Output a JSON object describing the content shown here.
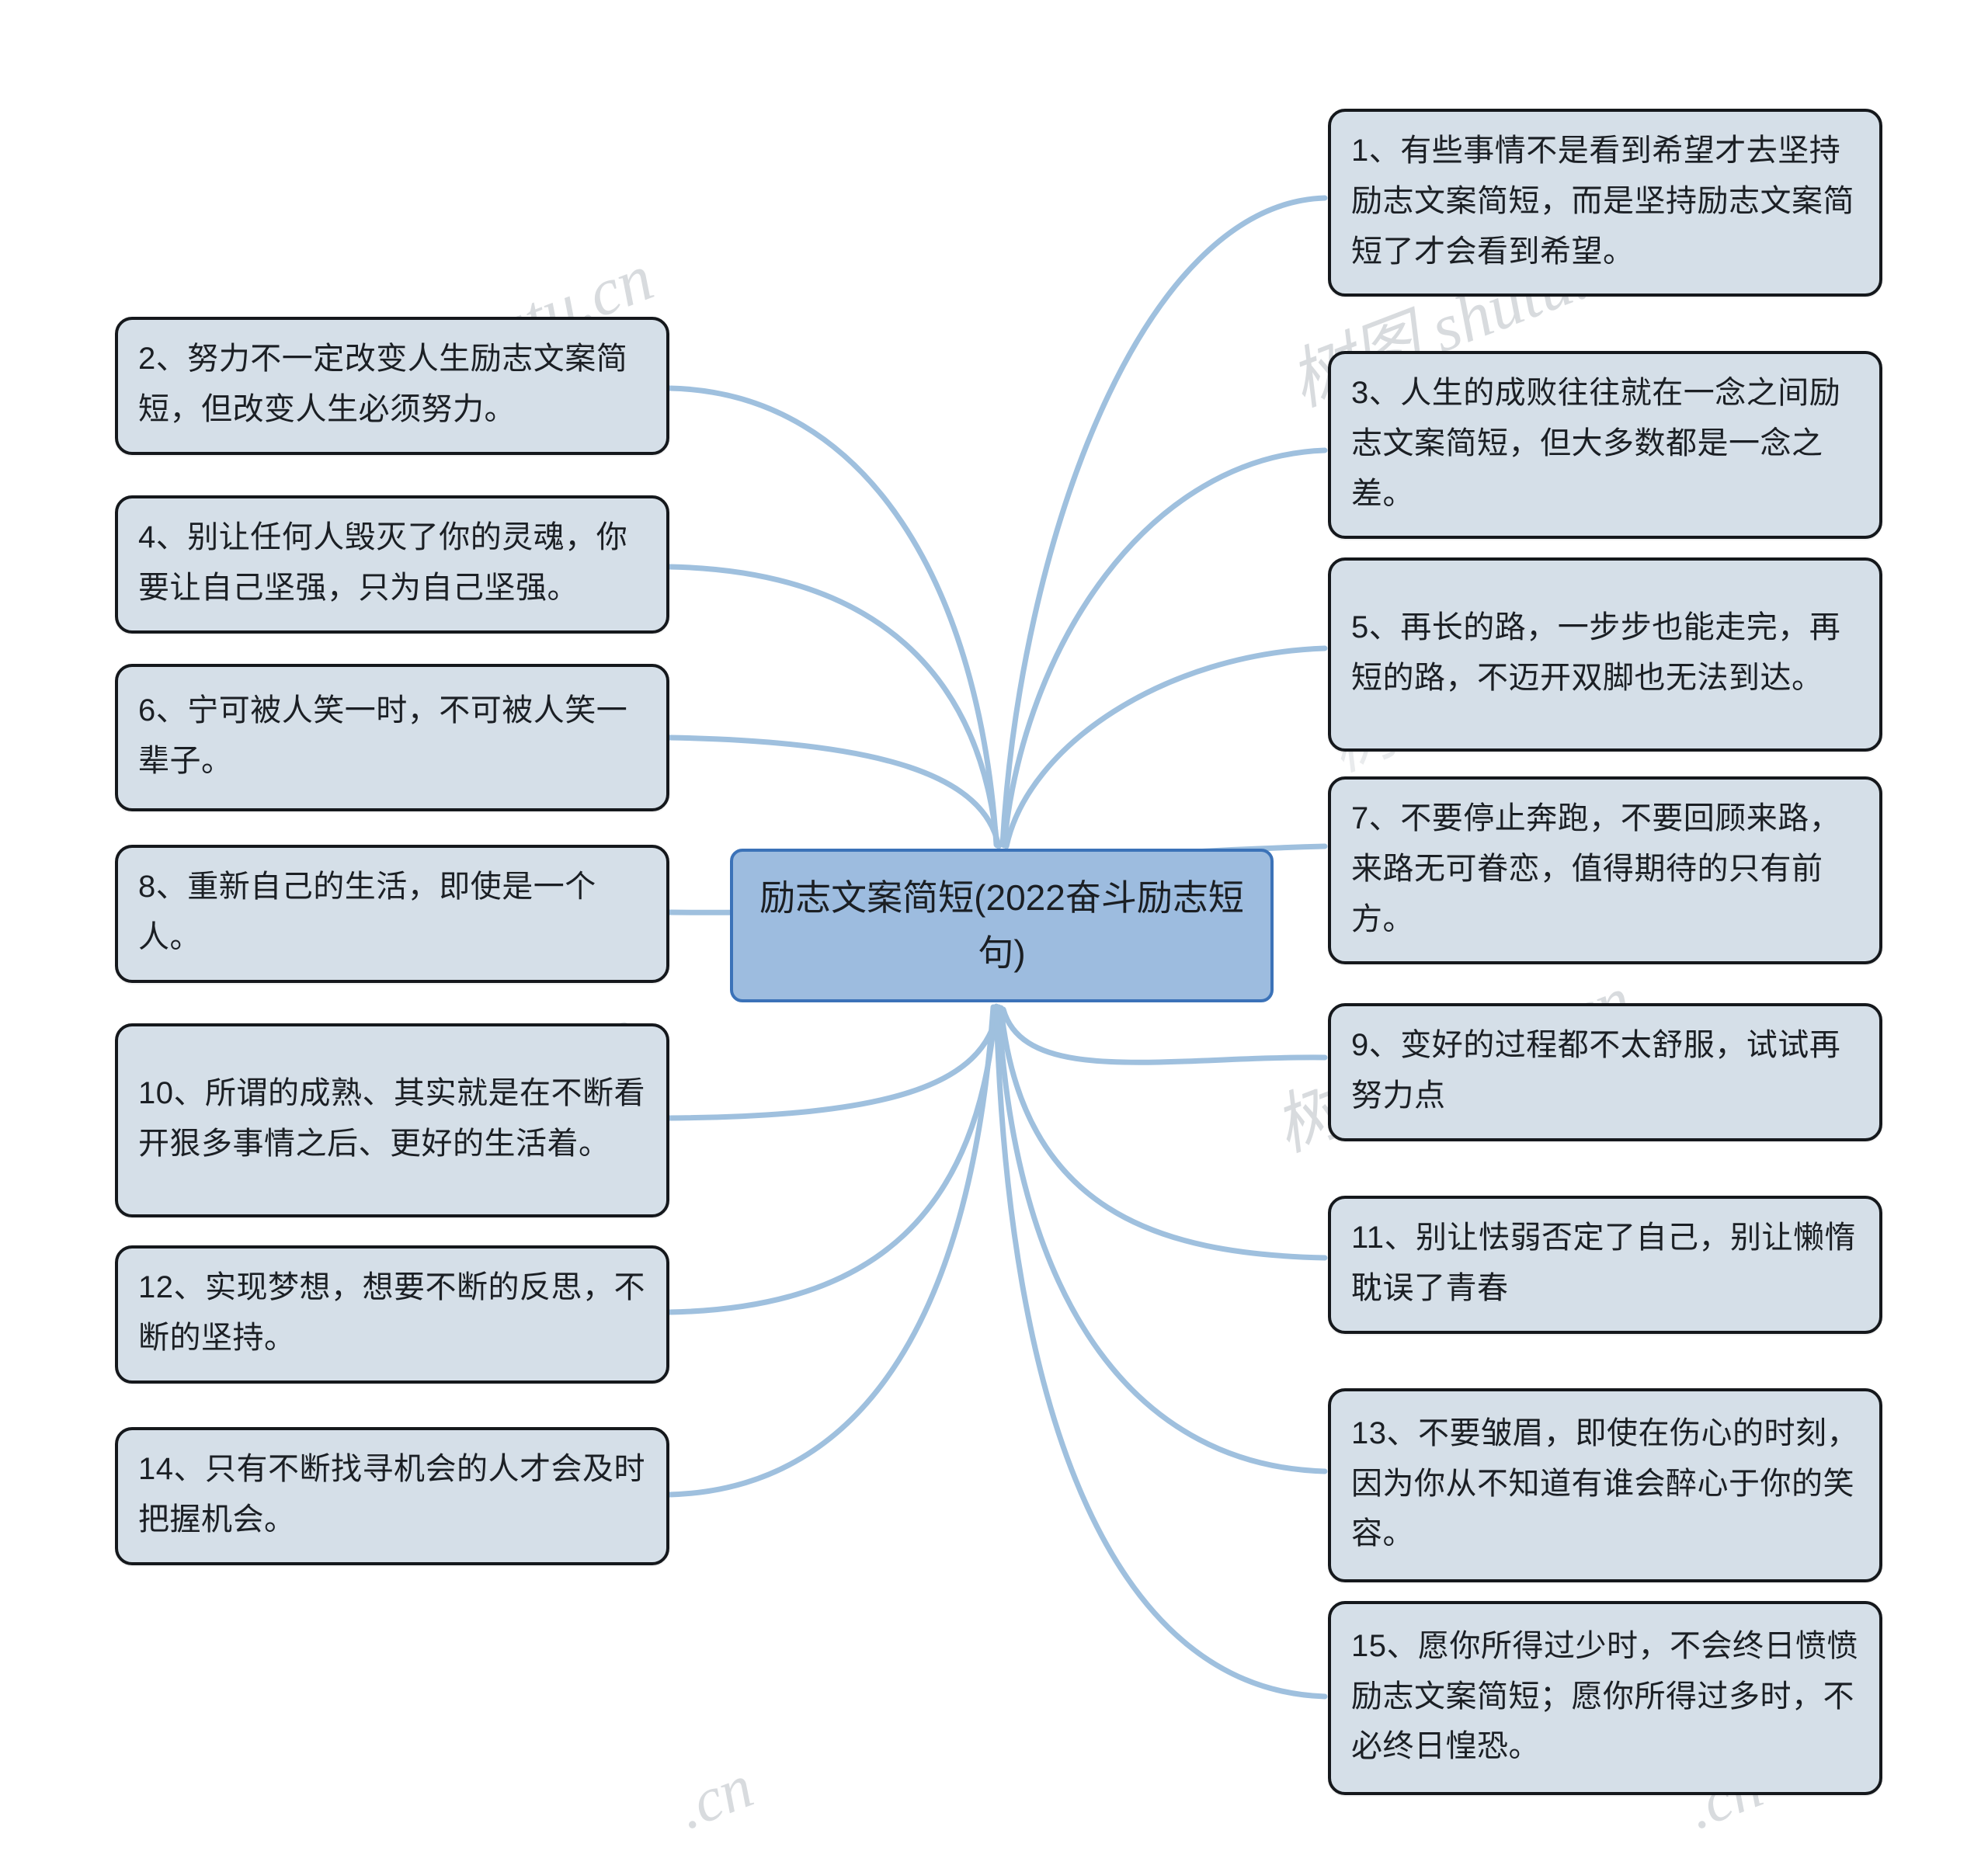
{
  "diagram": {
    "type": "mind-map",
    "title": "励志文案简短(2022奋斗励志短句)",
    "root": {
      "label": "励志文案简短(2022奋斗励志短句)",
      "fill_color": "#9dbcdf",
      "border_color": "#3b72b8"
    },
    "style": {
      "leaf_fill_color": "#d5dfe8",
      "leaf_border_color": "#15181c",
      "connector_color": "#9fc0de",
      "background_color": "#ffffff",
      "text_color": "#1b1f24"
    },
    "branches_left": [
      {
        "index": "2",
        "label": "2、努力不一定改变人生励志文案简短，但改变人生必须努力。"
      },
      {
        "index": "4",
        "label": "4、别让任何人毁灭了你的灵魂，你要让自己坚强，只为自己坚强。"
      },
      {
        "index": "6",
        "label": "6、宁可被人笑一时，不可被人笑一辈子。"
      },
      {
        "index": "8",
        "label": "8、重新自己的生活，即使是一个人。"
      },
      {
        "index": "10",
        "label": "10、所谓的成熟、其实就是在不断看开狠多事情之后、更好的生活着。"
      },
      {
        "index": "12",
        "label": "12、实现梦想，想要不断的反思，不断的坚持。"
      },
      {
        "index": "14",
        "label": "14、只有不断找寻机会的人才会及时把握机会。"
      }
    ],
    "branches_right": [
      {
        "index": "1",
        "label": "1、有些事情不是看到希望才去坚持励志文案简短，而是坚持励志文案简短了才会看到希望。"
      },
      {
        "index": "3",
        "label": "3、人生的成败往往就在一念之间励志文案简短，但大多数都是一念之差。"
      },
      {
        "index": "5",
        "label": "5、再长的路，一步步也能走完，再短的路，不迈开双脚也无法到达。"
      },
      {
        "index": "7",
        "label": "7、不要停止奔跑，不要回顾来路，来路无可眷恋，值得期待的只有前方。"
      },
      {
        "index": "9",
        "label": "9、变好的过程都不太舒服，试试再努力点"
      },
      {
        "index": "11",
        "label": "11、别让怯弱否定了自己，别让懒惰耽误了青春"
      },
      {
        "index": "13",
        "label": "13、不要皱眉，即使在伤心的时刻，因为你从不知道有谁会醉心于你的笑容。"
      },
      {
        "index": "15",
        "label": "15、愿你所得过少时，不会终日愤愤励志文案简短；愿你所得过多时，不必终日惶恐。"
      }
    ],
    "watermarks": [
      {
        "text": "树图 shutu.cn"
      },
      {
        "text": "树图 shutu.cn"
      },
      {
        "text": "树图 shutu.cn"
      },
      {
        "text": "树图 shutu.cn"
      },
      {
        "text": "树图 shutu.cn"
      },
      {
        "text": ".cn"
      },
      {
        "text": ".cn"
      }
    ]
  }
}
